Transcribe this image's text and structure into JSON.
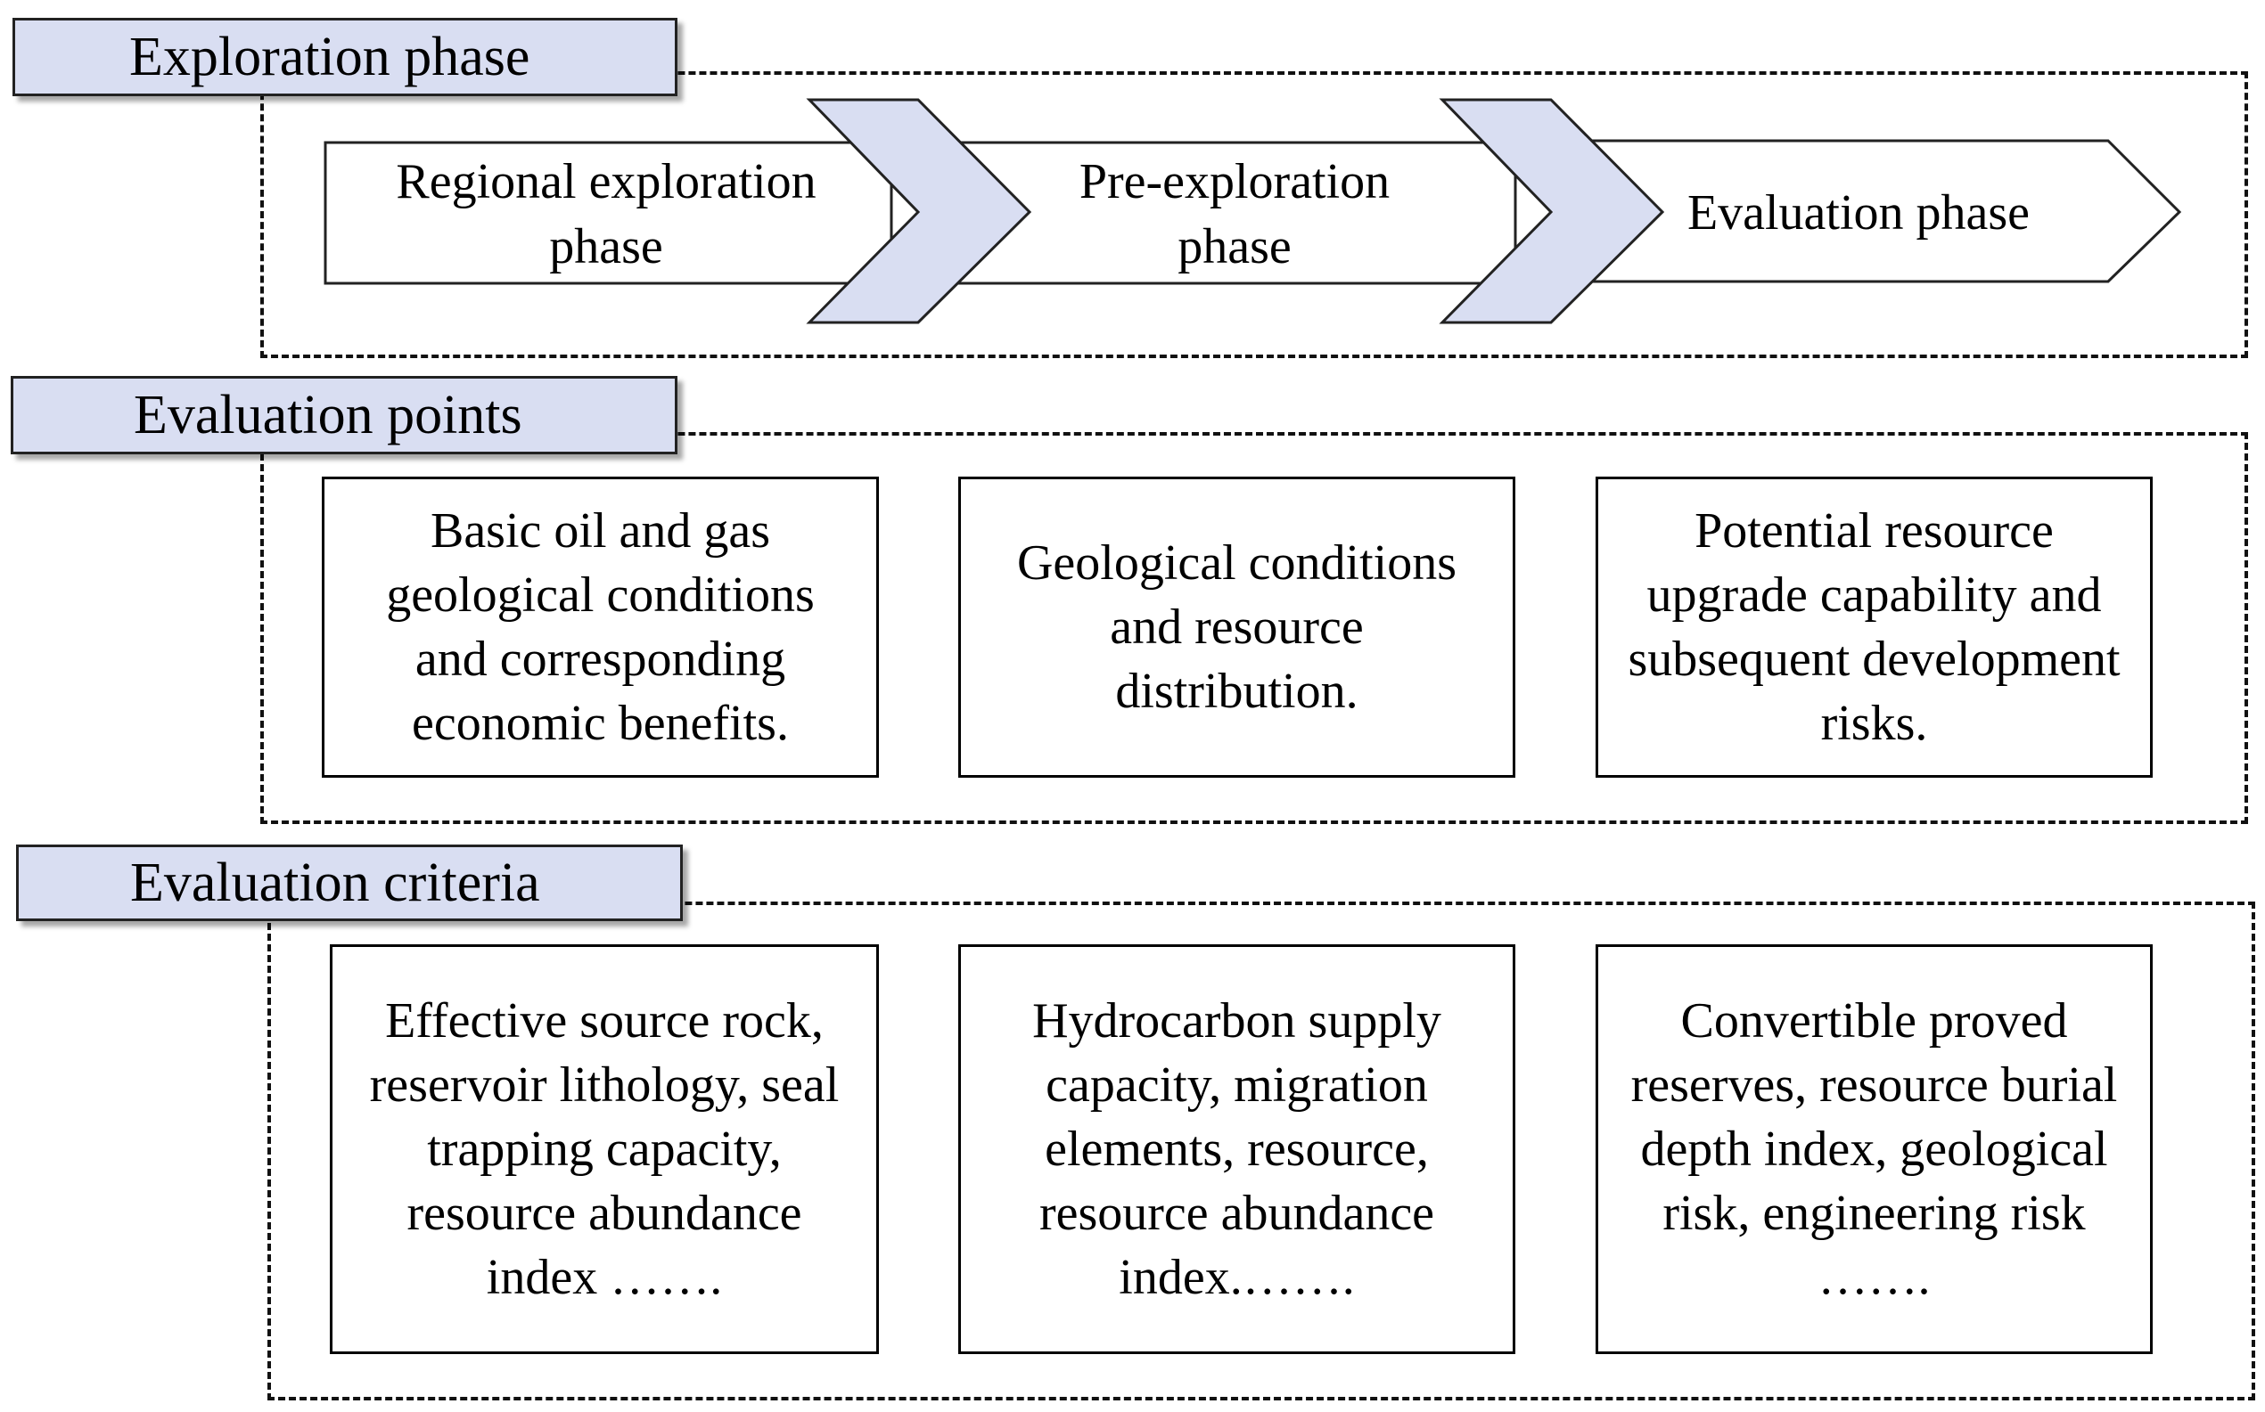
{
  "sections": {
    "exploration": {
      "title": "Exploration phase",
      "steps": [
        "Regional exploration phase",
        "Pre-exploration phase",
        "Evaluation phase"
      ]
    },
    "points": {
      "title": "Evaluation points",
      "items": [
        "Basic oil and gas geological conditions and corresponding economic benefits.",
        "Geological conditions and resource distribution.",
        "Potential resource upgrade capability and subsequent development risks."
      ]
    },
    "criteria": {
      "title": "Evaluation criteria",
      "items": [
        "Effective source rock, reservoir lithology, seal trapping capacity, resource abundance index …….",
        "Hydrocarbon supply capacity, migration elements, resource, resource abundance index.…….",
        "Convertible proved reserves, resource burial depth index, geological risk, engineering risk ……."
      ]
    }
  },
  "colors": {
    "header_fill": "#d9def2",
    "chevron_fill": "#d9def2",
    "line": "#111111"
  }
}
